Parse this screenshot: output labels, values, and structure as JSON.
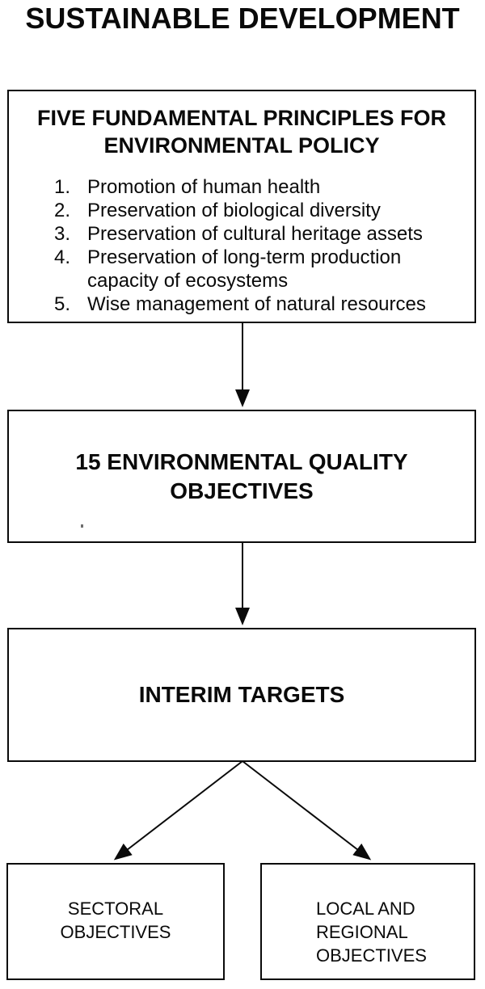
{
  "page": {
    "title": "SUSTAINABLE DEVELOPMENT"
  },
  "diagram": {
    "principles_box": {
      "heading": "FIVE FUNDAMENTAL PRINCIPLES FOR ENVIRONMENTAL POLICY",
      "items": [
        {
          "num": "1.",
          "text": "Promotion of human health"
        },
        {
          "num": "2.",
          "text": "Preservation of biological diversity"
        },
        {
          "num": "3.",
          "text": "Preservation of cultural heritage assets"
        },
        {
          "num": "4.",
          "text": "Preservation of long-term production capacity of ecosystems"
        },
        {
          "num": "5.",
          "text": "Wise management of natural resources"
        }
      ]
    },
    "objectives_box": {
      "label": "15 ENVIRONMENTAL QUALITY OBJECTIVES"
    },
    "interim_box": {
      "label": "INTERIM TARGETS"
    },
    "sectoral_box": {
      "lines": [
        "SECTORAL",
        "OBJECTIVES"
      ]
    },
    "local_box": {
      "lines": [
        "LOCAL AND",
        "REGIONAL",
        "OBJECTIVES"
      ]
    }
  },
  "colors": {
    "ink": "#0a0a0a",
    "paper": "#ffffff"
  }
}
